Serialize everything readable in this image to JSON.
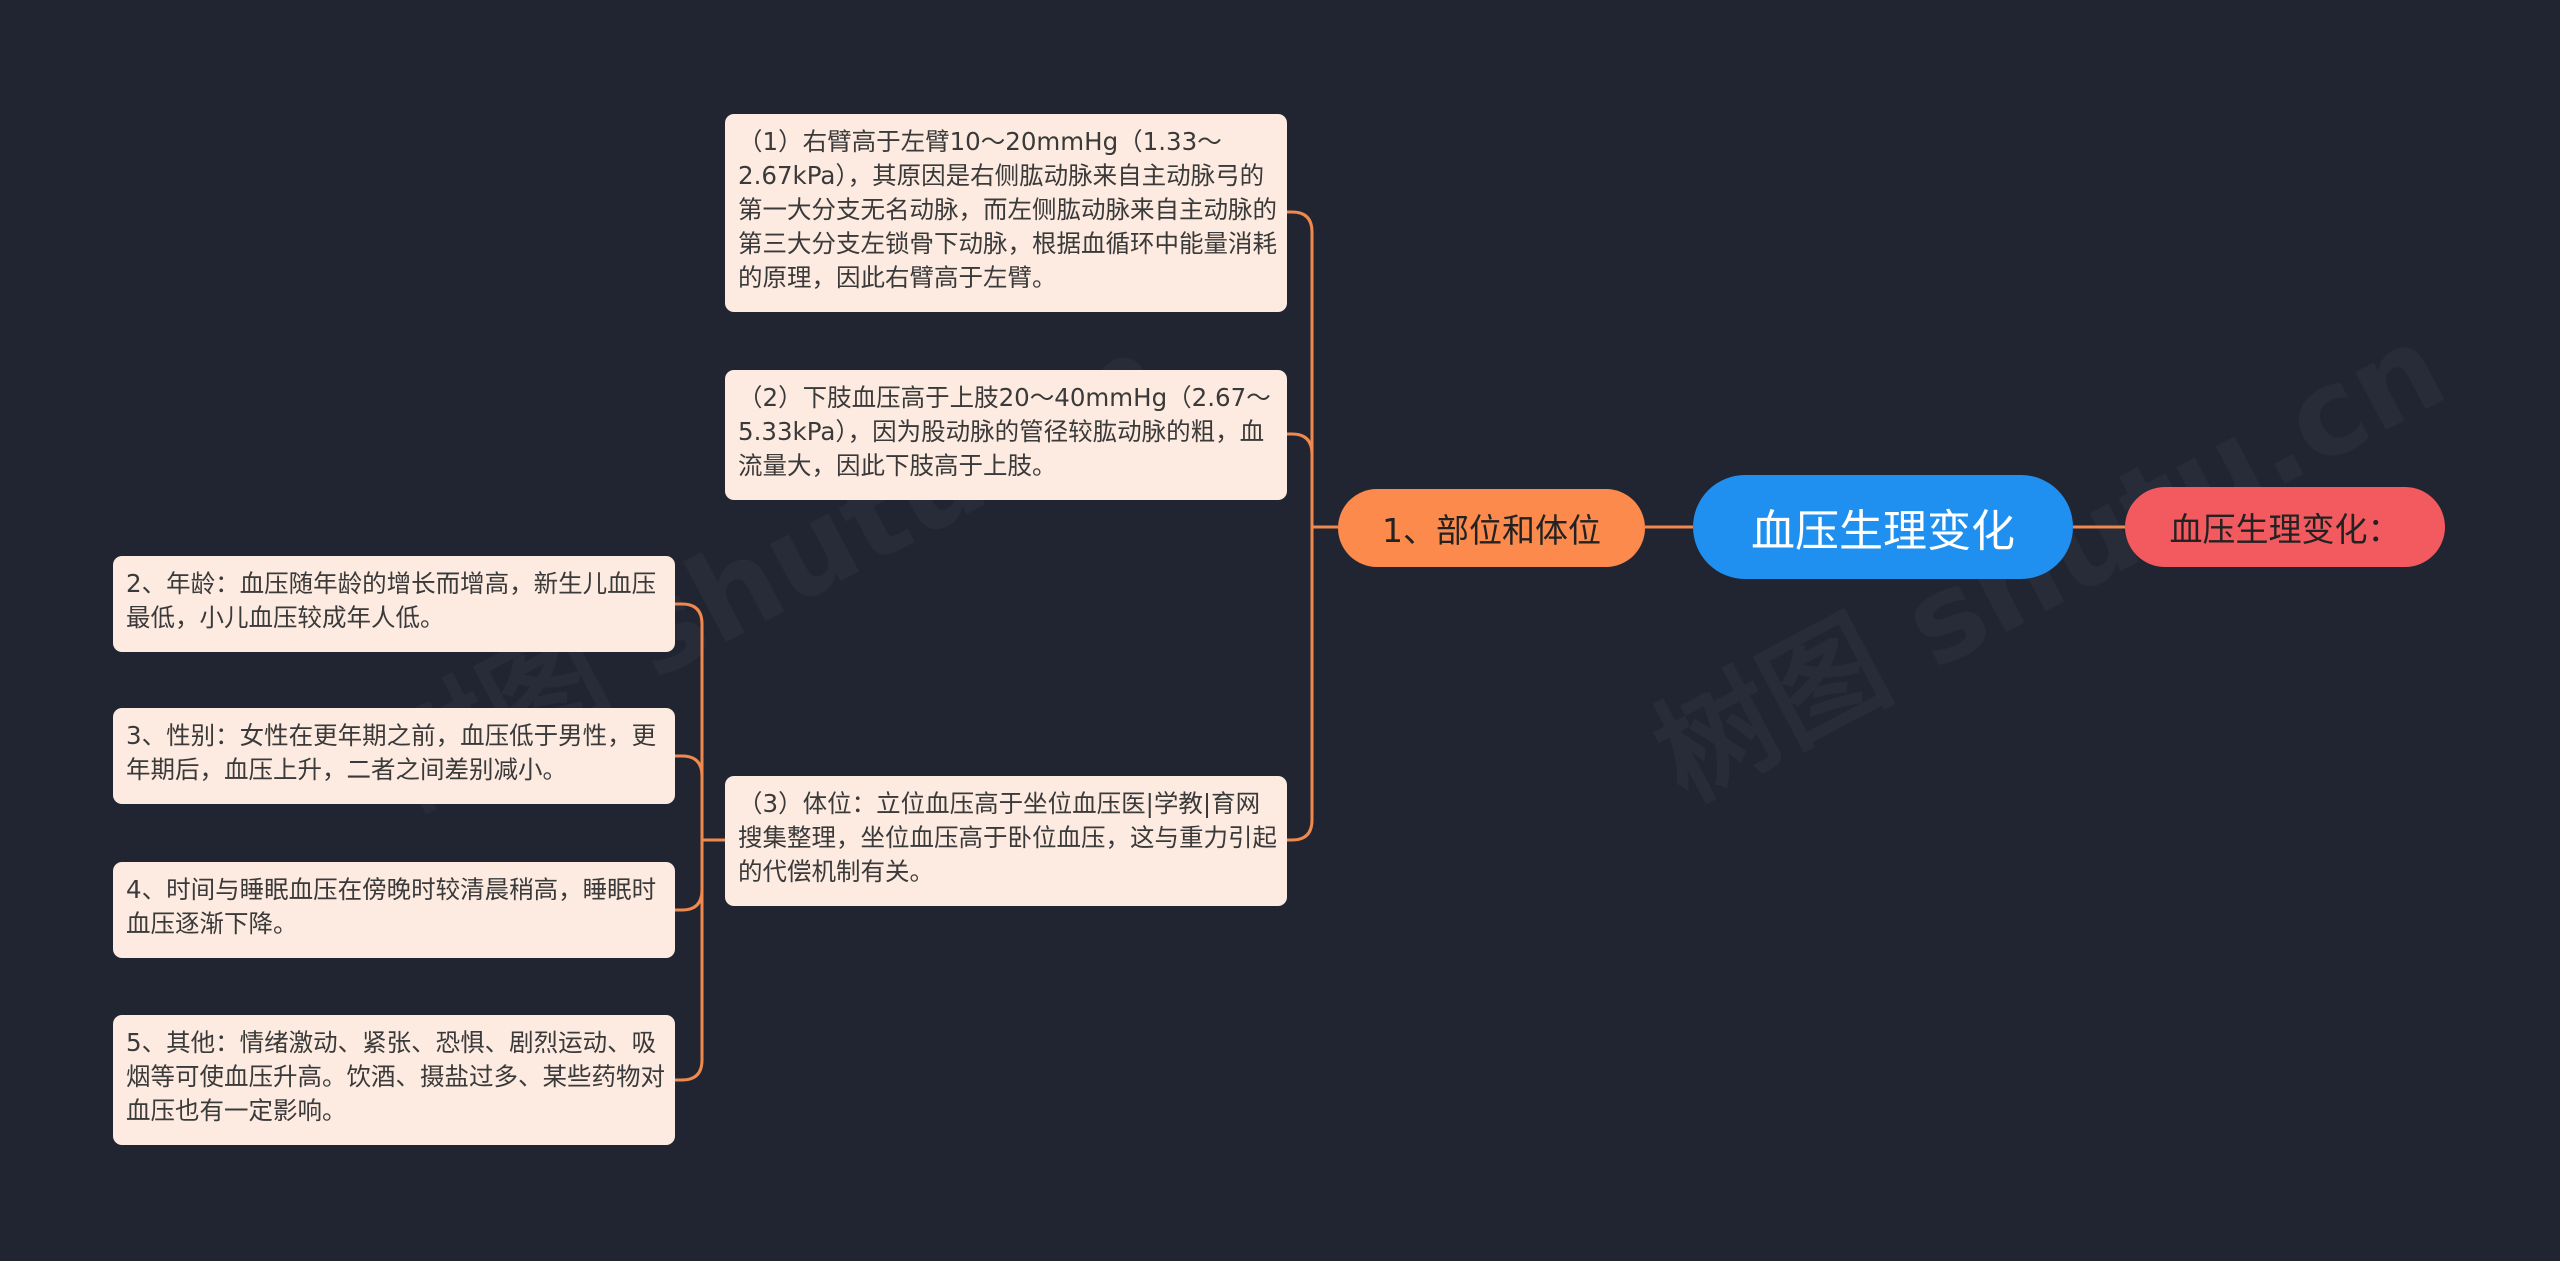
{
  "colors": {
    "background": "#212532",
    "central": "#1f8ff0",
    "root": "#f25a5f",
    "branch": "#fb8a4c",
    "leaf": "#fdebe1",
    "connector": "#f0894e"
  },
  "watermark": "树图 shutu.cn",
  "central_topic": "血压生理变化",
  "root_label": "血压生理变化：",
  "branch_label": "1、部位和体位",
  "sub_items": [
    "（1）右臂高于左臂10～20mmHg（1.33～2.67kPa），其原因是右侧肱动脉来自主动脉弓的第一大分支无名动脉，而左侧肱动脉来自主动脉的第三大分支左锁骨下动脉，根据血循环中能量消耗的原理，因此右臂高于左臂。",
    "（2）下肢血压高于上肢20～40mmHg（2.67～5.33kPa），因为股动脉的管径较肱动脉的粗，血流量大，因此下肢高于上肢。",
    "（3）体位：立位血压高于坐位血压医|学教|育网搜集整理，坐位血压高于卧位血压，这与重力引起的代偿机制有关。"
  ],
  "leaf_items": [
    "2、年龄：血压随年龄的增长而增高，新生儿血压最低，小儿血压较成年人低。",
    "3、性别：女性在更年期之前，血压低于男性，更年期后，血压上升，二者之间差别减小。",
    "4、时间与睡眠血压在傍晚时较清晨稍高，睡眠时血压逐渐下降。",
    "5、其他：情绪激动、紧张、恐惧、剧烈运动、吸烟等可使血压升高。饮酒、摄盐过多、某些药物对血压也有一定影响。"
  ]
}
